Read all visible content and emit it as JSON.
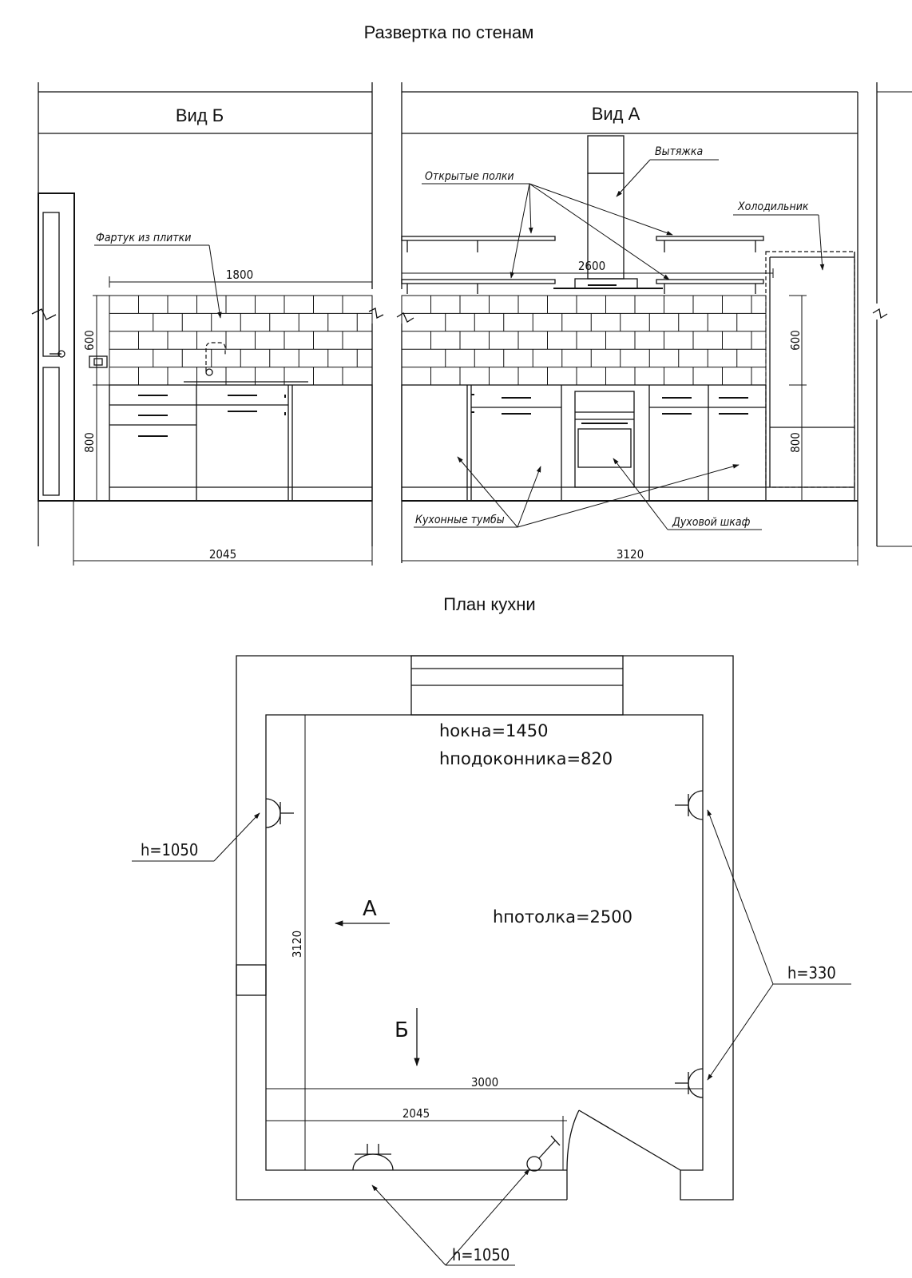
{
  "titles": {
    "walls": "Развертка по стенам",
    "plan": "План кухни"
  },
  "views": {
    "b": "Вид Б",
    "a": "Вид А"
  },
  "labels": {
    "apron": "Фартук из плитки",
    "open_shelves": "Открытые полки",
    "hood": "Вытяжка",
    "fridge": "Холодильник",
    "cabinets": "Кухонные тумбы",
    "oven": "Духовой шкаф"
  },
  "dims": {
    "apron_len": "1800",
    "apron_h_b": "600",
    "base_h_b": "800",
    "wall_b": "2045",
    "shelf_len": "2600",
    "apron_h_a": "600",
    "base_h_a": "800",
    "wall_a": "3120",
    "plan_left": "3120",
    "plan_bottom": "3000",
    "plan_counter": "2045"
  },
  "plan_notes": {
    "window_h": "hокна=1450",
    "sill_h": "hподоконника=820",
    "ceiling_h": "hпотолка=2500",
    "h_left": "h=1050",
    "h_right": "h=330",
    "h_bottom": "h=1050",
    "arrow_a": "А",
    "arrow_b": "Б"
  },
  "icons": [
    "socket-icon",
    "door-icon",
    "faucet-icon",
    "cooktop-icon",
    "leader-arrow-icon"
  ]
}
